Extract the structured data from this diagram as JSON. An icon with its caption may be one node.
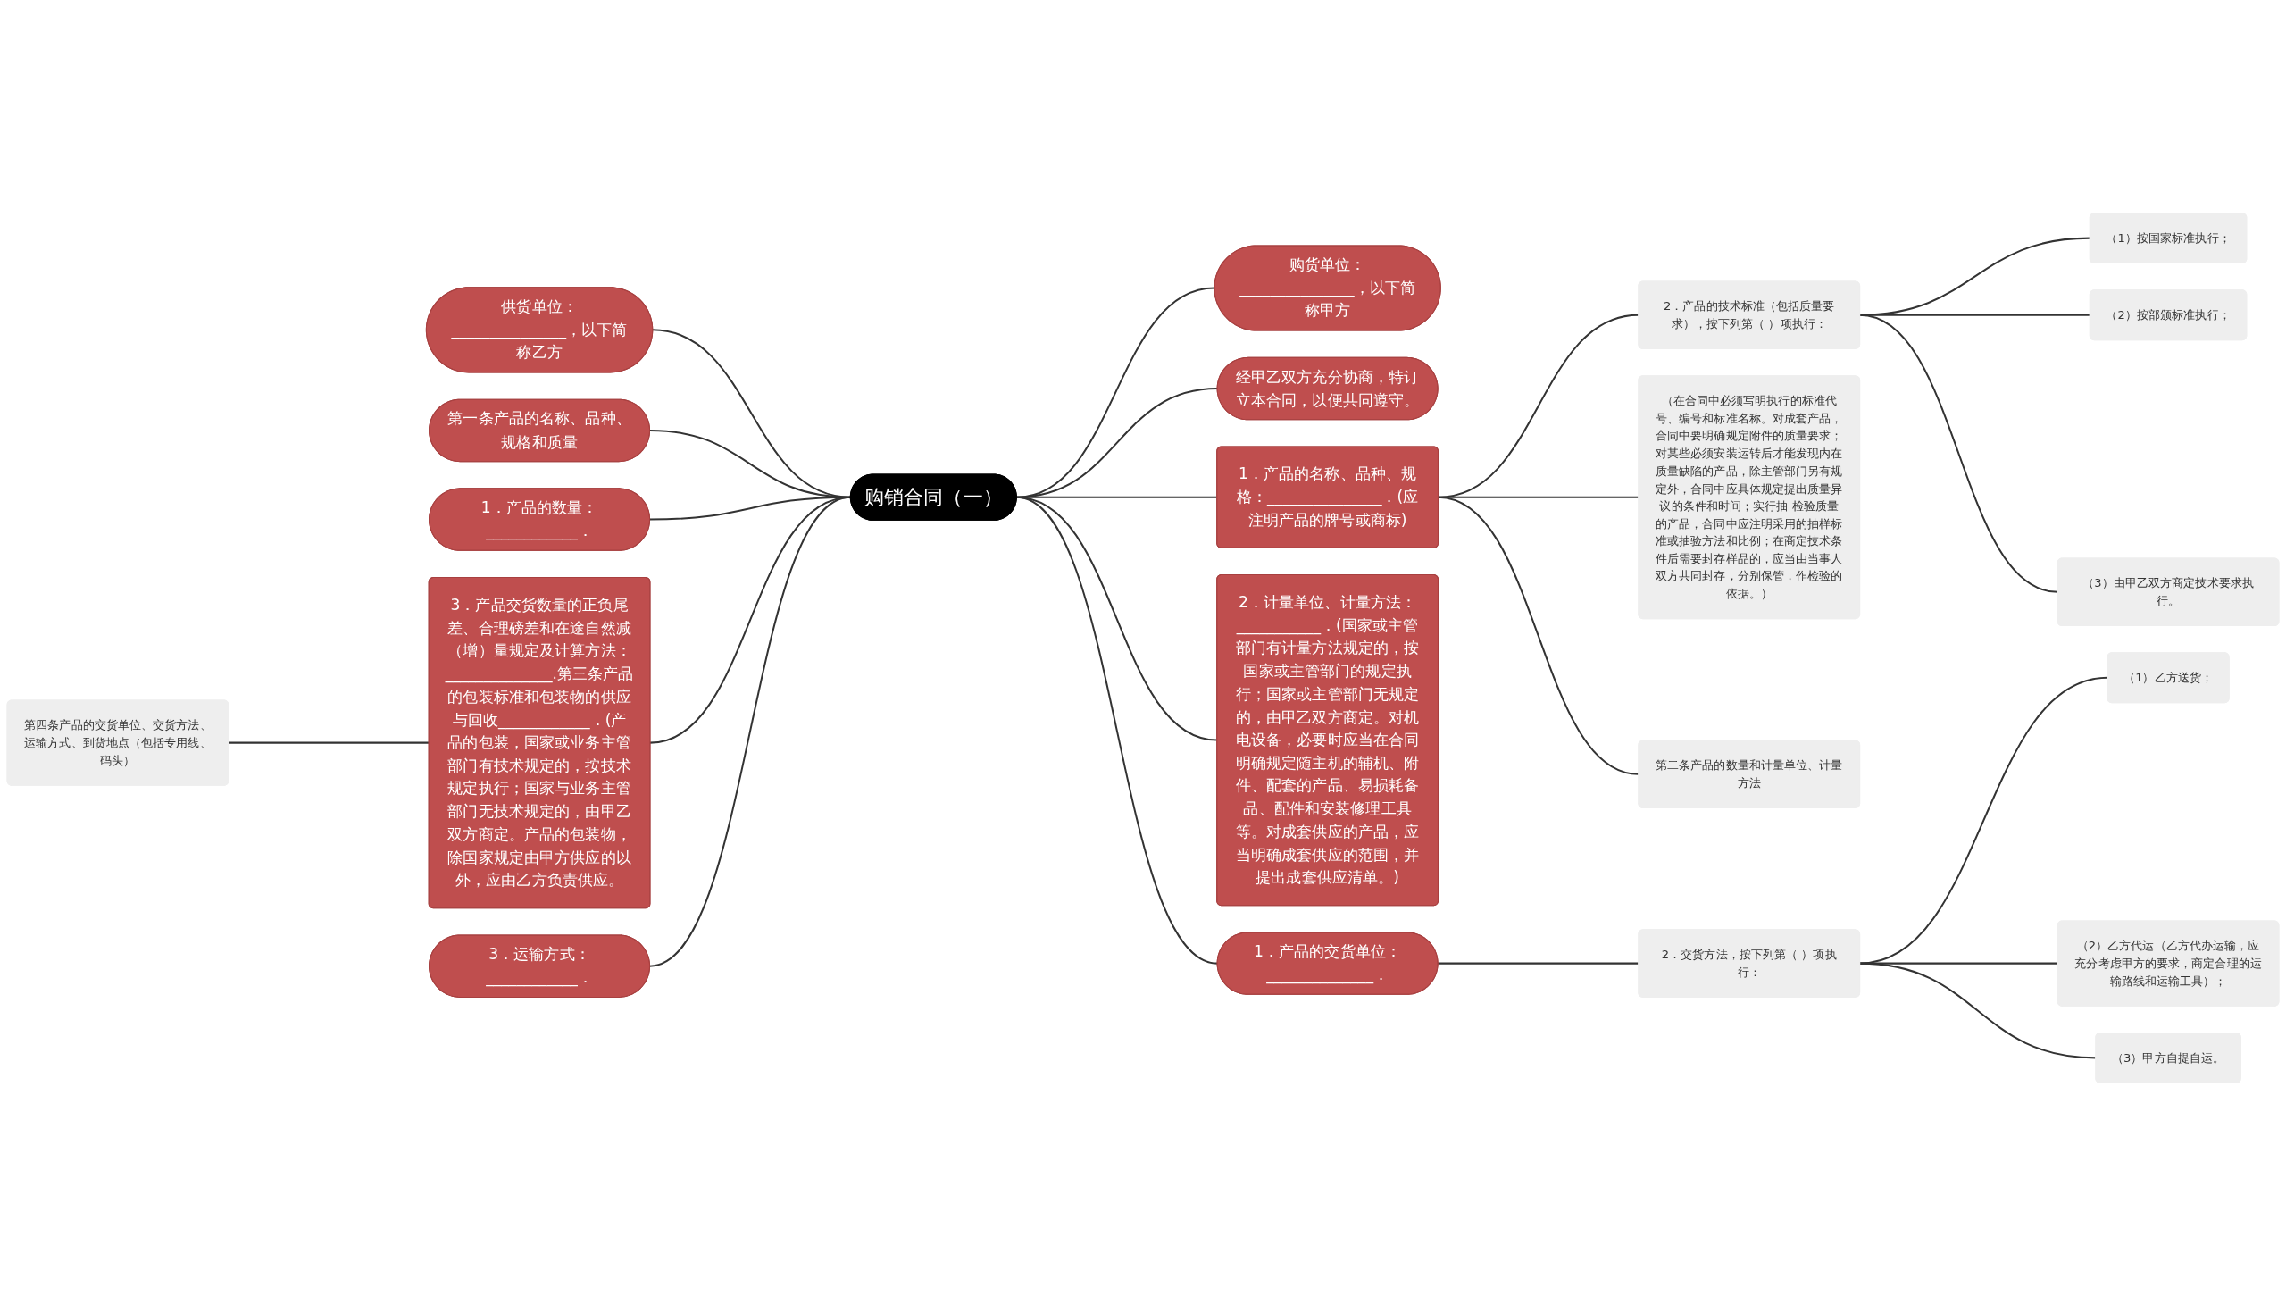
{
  "diagram": {
    "nodes": [
      {
        "text": [
          "购销合同（一）"
        ]
      },
      {
        "text": [
          "购货单位：_______________，以下简称甲方"
        ]
      },
      {
        "text": [
          "经甲乙双方充分协商，特订立本合同，以便共同遵守。"
        ]
      },
      {
        "text": [
          "1．产品的名称、品种、规格：_______________．(应注明产品的牌号或商标)"
        ]
      },
      {
        "text": [
          "2．产品的技术标准（包括质量要求），按下列第（ ）项执行："
        ]
      },
      {
        "text": [
          "（1）按国家标准执行；"
        ]
      },
      {
        "text": [
          "（2）按部颁标准执行；"
        ]
      },
      {
        "text": [
          "（3）由甲乙双方商定技术要求执行。"
        ]
      },
      {
        "text": [
          "（在合同中必须写明执行的标准代号、编号和标准名称。对成套产品，合同中要明确规定附件的质量要求；对某些必须安装运转后才能发现内在质量缺陷的产品，除主管部门另有规定外，合同中应具体规定提出质量异议的条件和时间；实行抽 检验质量的产品，合同中应注明采用的抽样标准或抽验方法和比例；在商定技术条件后需要封存样品的，应当由当事人双方共同封存，分别保管，作检验的依据。）"
        ]
      },
      {
        "text": [
          "第二条产品的数量和计量单位、计量方法"
        ]
      },
      {
        "text": [
          "2．计量单位、计量方法：___________．(国家或主管部门有计量方法规定的，按国家或主管部门的规定执行；国家或主管部门无规定的，由甲乙双方商定。对机电设备，必要时应当在合同明确规定随主机的辅机、附件、配套的产品、易损耗备品、配件和安装修理工具等。对成套供应的产品，应当明确成套供应的范围，并提出成套供应清单。)"
        ]
      },
      {
        "text": [
          "1．产品的交货单位：______________．"
        ]
      },
      {
        "text": [
          "2．交货方法，按下列第（ ）项执行："
        ]
      },
      {
        "text": [
          "（1）乙方送货；"
        ]
      },
      {
        "text": [
          "（2）乙方代运（乙方代办运输，应充分考虑甲方的要求，商定合理的运输路线和运输工具）；"
        ]
      },
      {
        "text": [
          "（3）甲方自提自运。"
        ]
      },
      {
        "text": [
          "供货单位：_______________，以下简称乙方"
        ]
      },
      {
        "text": [
          "第一条产品的名称、品种、规格和质量"
        ]
      },
      {
        "text": [
          "1．产品的数量：____________．"
        ]
      },
      {
        "text": [
          "3．产品交货数量的正负尾差、合理磅差和在途自然减（增）量规定及计算方法：______________.第三条产品的包装标准和包装物的供应与回收____________．(产品的包装，国家或业务主管部门有技术规定的，按技术规定执行；国家与业务主管部门无技术规定的，由甲乙双方商定。产品的包装物，除国家规定由甲方供应的以外，应由乙方负责供应。"
        ]
      },
      {
        "text": [
          "第四条产品的交货单位、交货方法、运输方式、到货地点（包括专用线、码头）"
        ]
      },
      {
        "text": [
          "3．运输方式：____________．"
        ]
      }
    ],
    "edges": [
      {
        "from": 0,
        "to": 1,
        "arrow": "none"
      },
      {
        "from": 0,
        "to": 2,
        "arrow": "none"
      },
      {
        "from": 0,
        "to": 3,
        "arrow": "none"
      },
      {
        "from": 3,
        "to": 4,
        "arrow": "none"
      },
      {
        "from": 4,
        "to": 5,
        "arrow": "none"
      },
      {
        "from": 4,
        "to": 6,
        "arrow": "none"
      },
      {
        "from": 4,
        "to": 7,
        "arrow": "none"
      },
      {
        "from": 3,
        "to": 8,
        "arrow": "none"
      },
      {
        "from": 3,
        "to": 9,
        "arrow": "none"
      },
      {
        "from": 0,
        "to": 10,
        "arrow": "none"
      },
      {
        "from": 0,
        "to": 11,
        "arrow": "none"
      },
      {
        "from": 11,
        "to": 12,
        "arrow": "none"
      },
      {
        "from": 12,
        "to": 13,
        "arrow": "none"
      },
      {
        "from": 12,
        "to": 14,
        "arrow": "none"
      },
      {
        "from": 12,
        "to": 15,
        "arrow": "none"
      },
      {
        "from": 0,
        "to": 16,
        "arrow": "none"
      },
      {
        "from": 0,
        "to": 17,
        "arrow": "none"
      },
      {
        "from": 0,
        "to": 18,
        "arrow": "none"
      },
      {
        "from": 0,
        "to": 19,
        "arrow": "none"
      },
      {
        "from": 19,
        "to": 20,
        "arrow": "none"
      },
      {
        "from": 0,
        "to": 21,
        "arrow": "none"
      }
    ]
  }
}
